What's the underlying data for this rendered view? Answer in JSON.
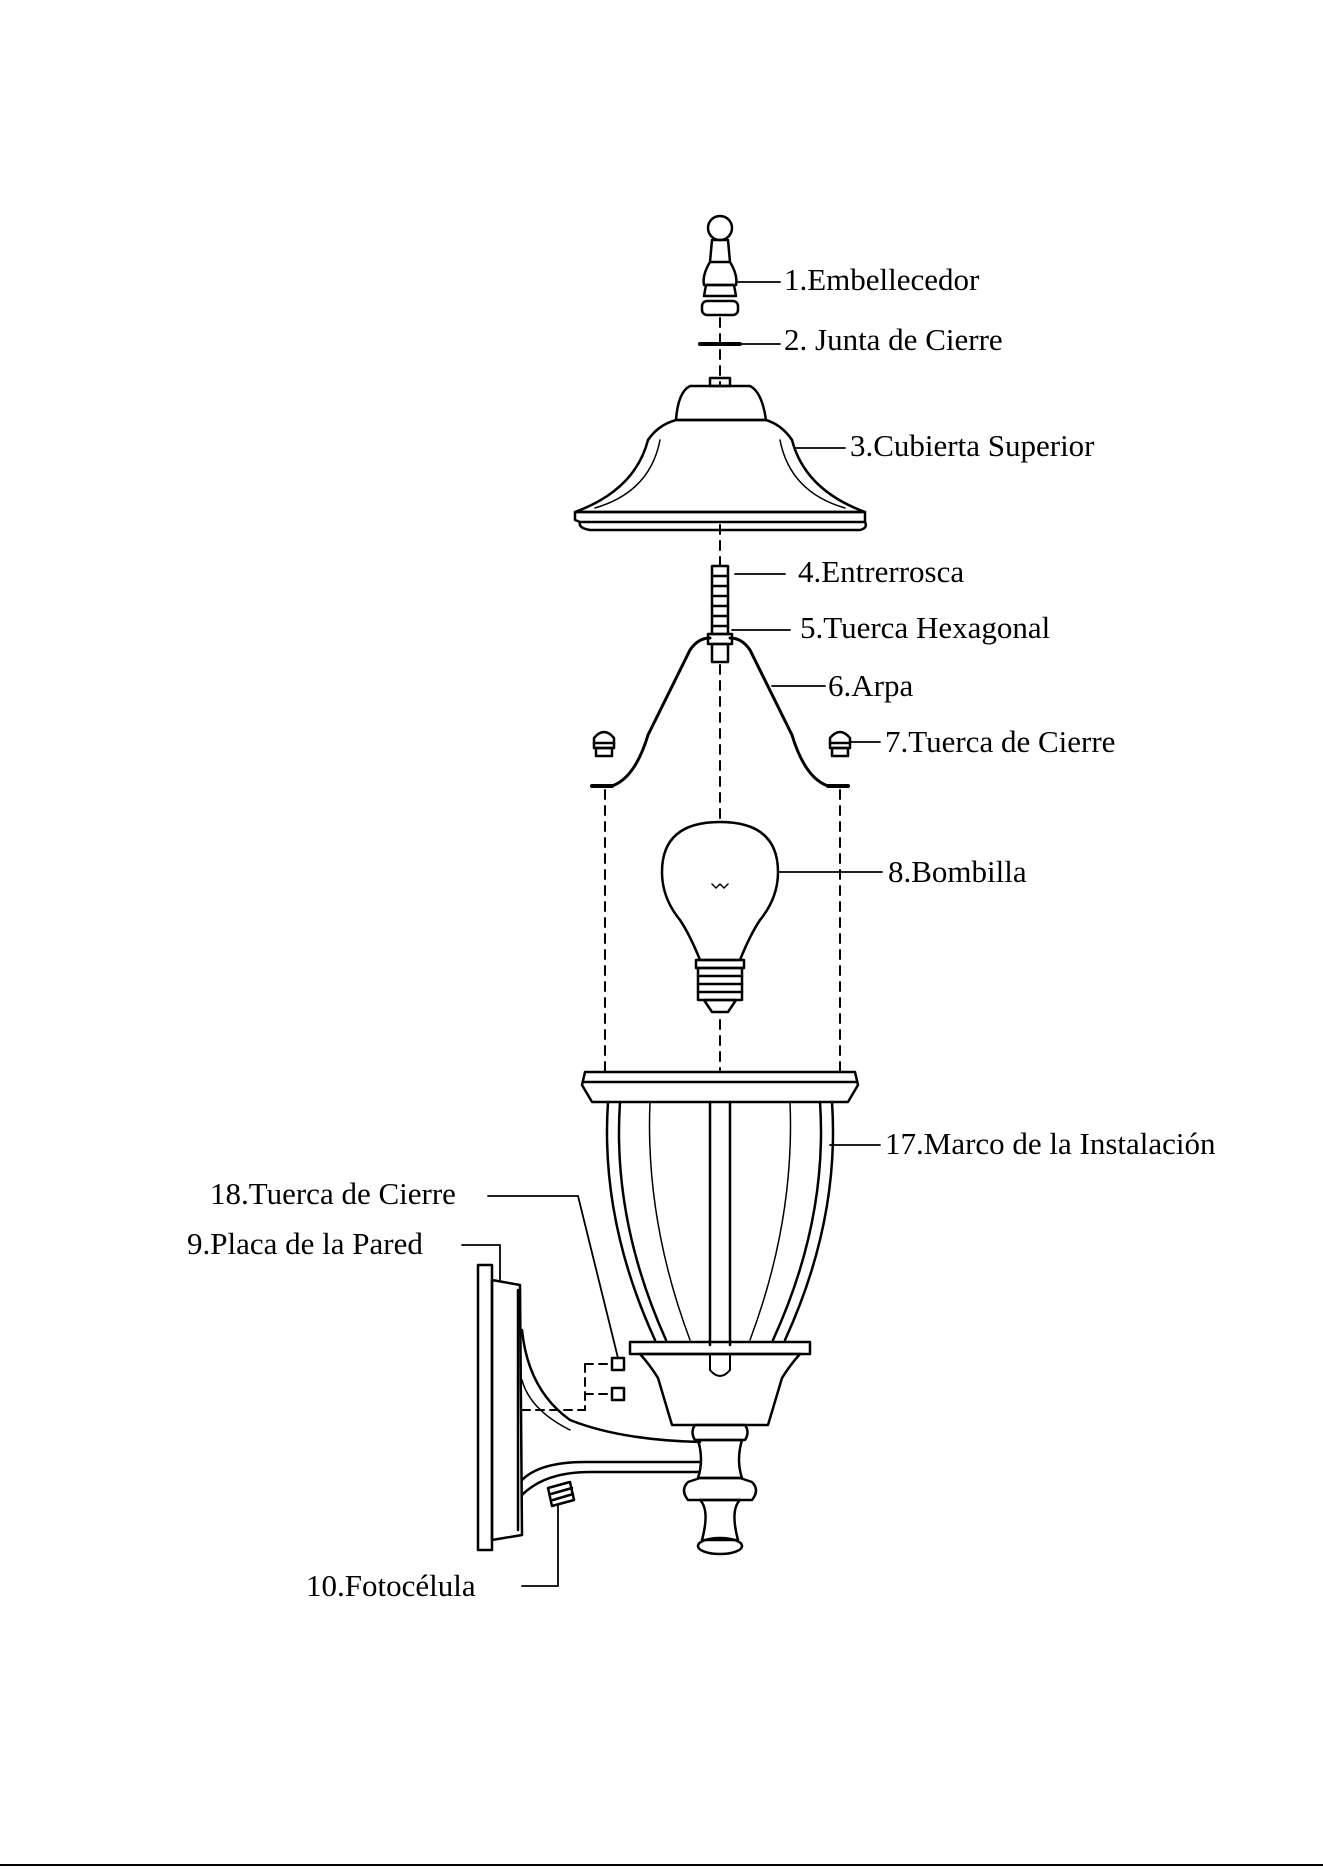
{
  "diagram": {
    "labels": {
      "p1": "1.Embellecedor",
      "p2": "2. Junta de Cierre",
      "p3": "3.Cubierta Superior",
      "p4": "4.Entrerrosca",
      "p5": "5.Tuerca Hexagonal",
      "p6": "6.Arpa",
      "p7": "7.Tuerca de Cierre",
      "p8": "8.Bombilla",
      "p17": "17.Marco de la Instalación",
      "p18": "18.Tuerca de Cierre",
      "p9": "9.Placa de la Pared",
      "p10": "10.Fotocélula"
    },
    "line_color": "#000000",
    "background_color": "#ffffff"
  }
}
